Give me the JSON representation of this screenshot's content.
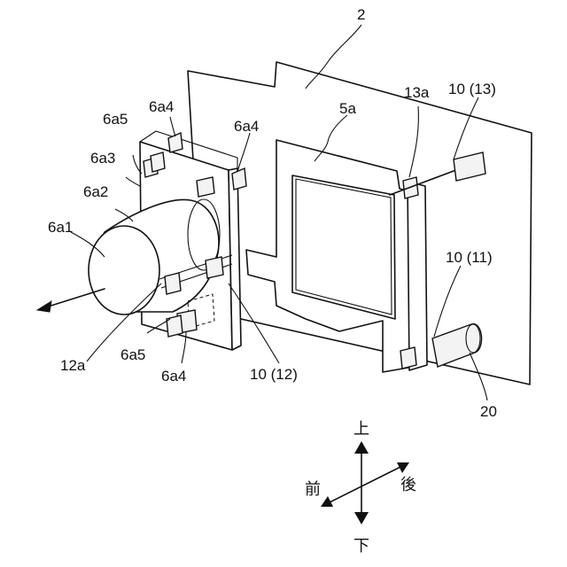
{
  "labels": {
    "l2": "2",
    "l5a": "5a",
    "l13a": "13a",
    "l10_13": "10 (13)",
    "l10_11": "10 (11)",
    "l20": "20",
    "l10_12": "10 (12)",
    "l6a1": "6a1",
    "l6a2": "6a2",
    "l6a3": "6a3",
    "l6a4_top_left": "6a4",
    "l6a4_top_mid": "6a4",
    "l6a4_bottom": "6a4",
    "l6a5_top": "6a5",
    "l6a5_bottom": "6a5",
    "l12a": "12a"
  },
  "directions": {
    "up": "上",
    "down": "下",
    "front": "前",
    "back": "後"
  }
}
